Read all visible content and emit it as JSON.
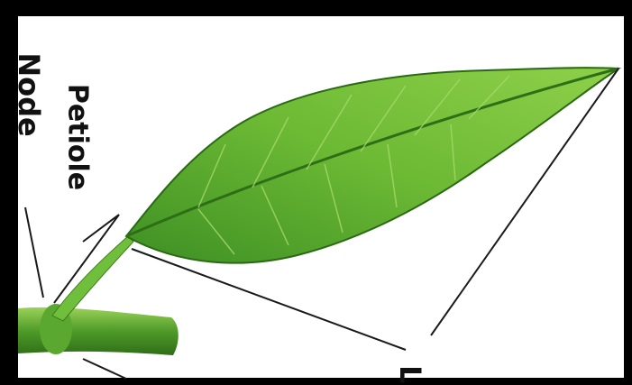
{
  "labels": {
    "petiole": "Petiole",
    "node": "Node",
    "lamina": "L"
  },
  "colors": {
    "frame": "#000000",
    "background": "#ffffff",
    "leaf_dark": "#2f7a1c",
    "leaf_light": "#7cc43a",
    "stem": "#4e9a28",
    "line": "#1a1a1a"
  }
}
